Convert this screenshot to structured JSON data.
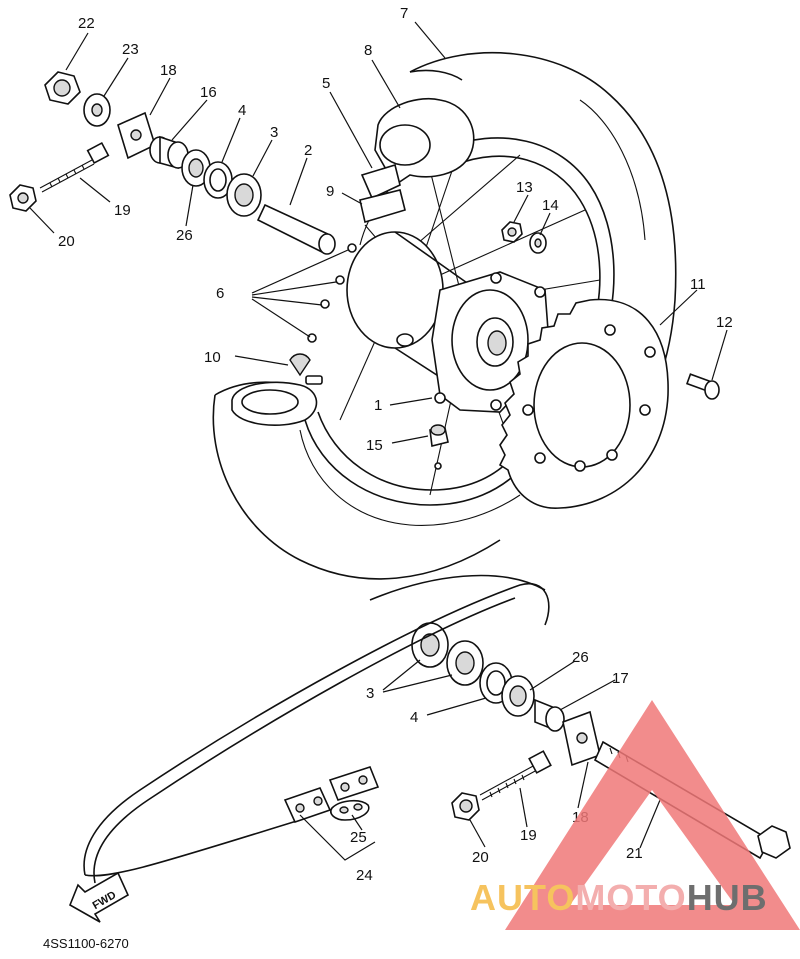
{
  "diagram": {
    "code": "4SS1100-6270",
    "fwd_label": "FWD",
    "callouts": [
      {
        "id": "c1",
        "text": "1"
      },
      {
        "id": "c2",
        "text": "2"
      },
      {
        "id": "c3a",
        "text": "3"
      },
      {
        "id": "c3b",
        "text": "3"
      },
      {
        "id": "c4a",
        "text": "4"
      },
      {
        "id": "c4b",
        "text": "4"
      },
      {
        "id": "c5",
        "text": "5"
      },
      {
        "id": "c6",
        "text": "6"
      },
      {
        "id": "c7",
        "text": "7"
      },
      {
        "id": "c8",
        "text": "8"
      },
      {
        "id": "c9",
        "text": "9"
      },
      {
        "id": "c10",
        "text": "10"
      },
      {
        "id": "c11",
        "text": "11"
      },
      {
        "id": "c12",
        "text": "12"
      },
      {
        "id": "c13",
        "text": "13"
      },
      {
        "id": "c14",
        "text": "14"
      },
      {
        "id": "c15",
        "text": "15"
      },
      {
        "id": "c16",
        "text": "16"
      },
      {
        "id": "c17",
        "text": "17"
      },
      {
        "id": "c18a",
        "text": "18"
      },
      {
        "id": "c18b",
        "text": "18"
      },
      {
        "id": "c19a",
        "text": "19"
      },
      {
        "id": "c19b",
        "text": "19"
      },
      {
        "id": "c20a",
        "text": "20"
      },
      {
        "id": "c20b",
        "text": "20"
      },
      {
        "id": "c21",
        "text": "21"
      },
      {
        "id": "c22",
        "text": "22"
      },
      {
        "id": "c23",
        "text": "23"
      },
      {
        "id": "c24",
        "text": "24"
      },
      {
        "id": "c25",
        "text": "25"
      },
      {
        "id": "c26a",
        "text": "26"
      },
      {
        "id": "c26b",
        "text": "26"
      }
    ]
  },
  "watermark": {
    "part1": "AUTO",
    "part2": "MOTO",
    "part3": "HUB",
    "colors": {
      "orange": "#f5b942",
      "pink": "#f2a0a0",
      "gray": "#555555",
      "red": "#f07878"
    }
  }
}
